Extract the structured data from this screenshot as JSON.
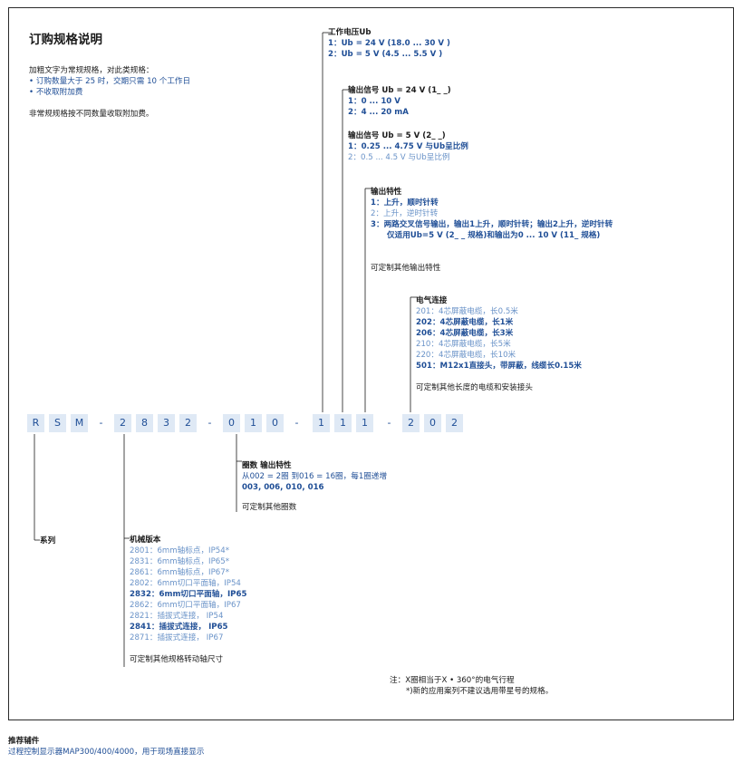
{
  "title": "订购规格说明",
  "intro": {
    "lead": "加粗文字为常规规格，对此类规格：",
    "bullets": [
      "订购数量大于 25 时，交期只需 10 个工作日",
      "不收取附加费"
    ],
    "nonstandard": "非常规规格按不同数量收取附加费。"
  },
  "voltage": {
    "header": "工作电压Ub",
    "options": [
      "1：Ub = 24 V (18.0 ... 30 V )",
      "2：Ub = 5 V (4.5 ... 5.5 V )"
    ]
  },
  "signal24": {
    "header": "输出信号  Ub = 24 V (1_ _)",
    "options": [
      "1：0 ... 10 V",
      "2：4 ... 20 mA"
    ]
  },
  "signal5": {
    "header": "输出信号  Ub = 5 V (2_ _)",
    "options": [
      "1：0.25 ... 4.75 V 与Ub呈比例",
      "2：0.5 ... 4.5 V 与Ub呈比例"
    ]
  },
  "characteristic": {
    "header": "输出特性",
    "options": [
      "1：上升，顺时针转",
      "2：上升，逆时针转",
      "3：两路交叉信号输出，输出1上升，顺时针转；输出2上升，逆时针转"
    ],
    "note_line": "仅适用Ub=5 V (2_ _ 规格)和输出为0 ... 10 V (11_ 规格)",
    "custom": "可定制其他输出特性"
  },
  "electrical": {
    "header": "电气连接",
    "options": [
      "201：4芯屏蔽电缆，长0.5米",
      "202：4芯屏蔽电缆，长1米",
      "206：4芯屏蔽电缆，长3米",
      "210：4芯屏蔽电缆，长5米",
      "220：4芯屏蔽电缆，长10米",
      "501：M12x1直接头，带屏蔽，线缆长0.15米"
    ],
    "custom": "可定制其他长度的电缆和安装接头"
  },
  "code": [
    "R",
    "S",
    "M",
    "-",
    "2",
    "8",
    "3",
    "2",
    "-",
    "0",
    "1",
    "0",
    "-",
    "1",
    "1",
    "1",
    "-",
    "2",
    "0",
    "2"
  ],
  "turns": {
    "header": "圈数  输出特性",
    "desc": "从002 = 2圈 到016 = 16圈，每1圈递增",
    "values": "003, 006, 010, 016",
    "custom": "可定制其他圈数"
  },
  "series": {
    "label": "系列"
  },
  "mechanical": {
    "header": "机械版本",
    "options": [
      "2801：6mm轴标点，IP54*",
      "2831：6mm轴标点，IP65*",
      "2861：6mm轴标点，IP67*",
      "2802：6mm切口平面轴，IP54",
      "2832：6mm切口平面轴，IP65",
      "2862：6mm切口平面轴，IP67",
      "2821：插拔式连接，  IP54",
      "2841：插拔式连接，  IP65",
      "2871：插拔式连接，  IP67"
    ],
    "custom": "可定制其他规格转动轴尺寸"
  },
  "notes": [
    "注：X圈相当于X • 360°的电气行程",
    "*)新的应用案列不建议选用带星号的规格。"
  ],
  "accessory": {
    "header": "推荐辅件",
    "text": "过程控制显示器MAP300/400/4000，用于现场直接显示"
  },
  "colors": {
    "accent": "#1f4e96",
    "light_accent": "#6a93c8",
    "cell_bg": "#dfe9f5"
  }
}
